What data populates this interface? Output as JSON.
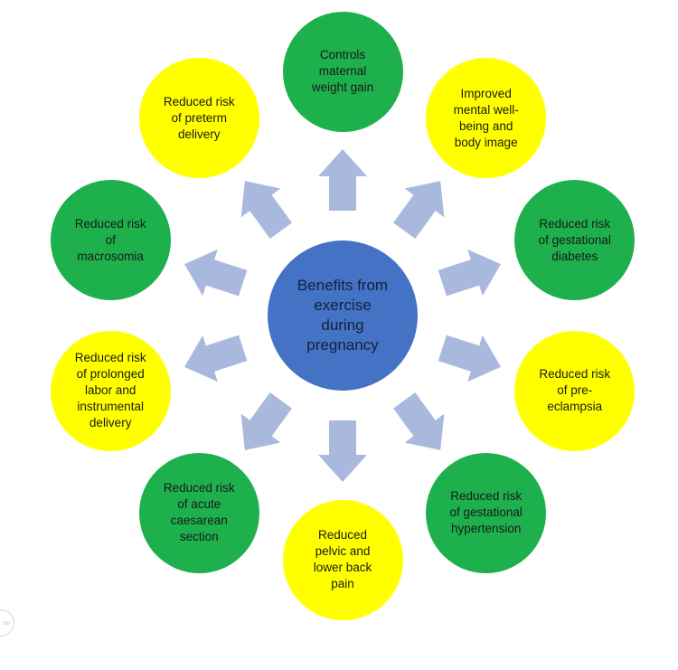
{
  "colors": {
    "center_fill": "#4472c4",
    "green_fill": "#1db04d",
    "yellow_fill": "#ffff00",
    "arrow_fill": "#a9b9de"
  },
  "center": {
    "label": "Benefits from\nexercise\nduring\npregnancy"
  },
  "benefits": [
    {
      "label": "Controls\nmaternal\nweight gain",
      "color": "green"
    },
    {
      "label": "Improved\nmental well-\nbeing and\nbody image",
      "color": "yellow"
    },
    {
      "label": "Reduced risk\nof gestational\ndiabetes",
      "color": "green"
    },
    {
      "label": "Reduced risk\nof pre-\neclampsia",
      "color": "yellow"
    },
    {
      "label": "Reduced risk\nof gestational\nhypertension",
      "color": "green"
    },
    {
      "label": "Reduced\npelvic and\nlower back\npain",
      "color": "yellow"
    },
    {
      "label": "Reduced risk\nof acute\ncaesarean\nsection",
      "color": "green"
    },
    {
      "label": "Reduced risk\nof prolonged\nlabor and\ninstrumental\ndelivery",
      "color": "yellow"
    },
    {
      "label": "Reduced risk\nof\nmacrosomia",
      "color": "green"
    },
    {
      "label": "Reduced risk\nof preterm\ndelivery",
      "color": "yellow"
    }
  ],
  "watermark": {
    "icon": "cc-license-icon",
    "text": "oo"
  }
}
